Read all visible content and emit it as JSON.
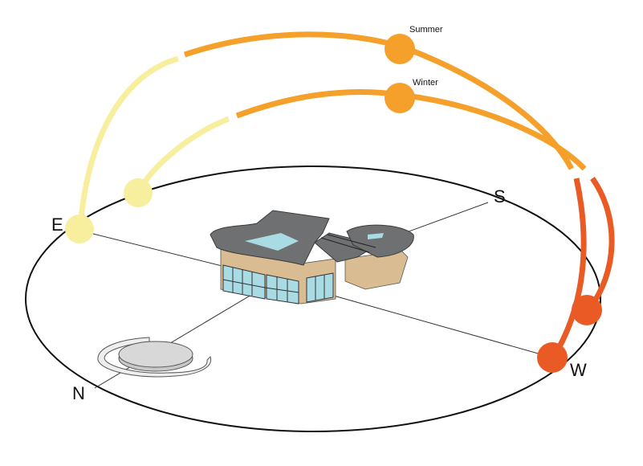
{
  "directions": {
    "east": "E",
    "south": "S",
    "west": "W",
    "north": "N"
  },
  "paths": [
    {
      "label": "Summer"
    },
    {
      "label": "Winter"
    }
  ],
  "colors": {
    "dawn": "#f7ef9e",
    "midday": "#f4a02a",
    "dusk": "#ea5a24",
    "ground_ring": "#111111",
    "axis": "#333333",
    "roof": "#6f7072",
    "wall": "#d9bc92",
    "glass": "#a8dbe4"
  }
}
